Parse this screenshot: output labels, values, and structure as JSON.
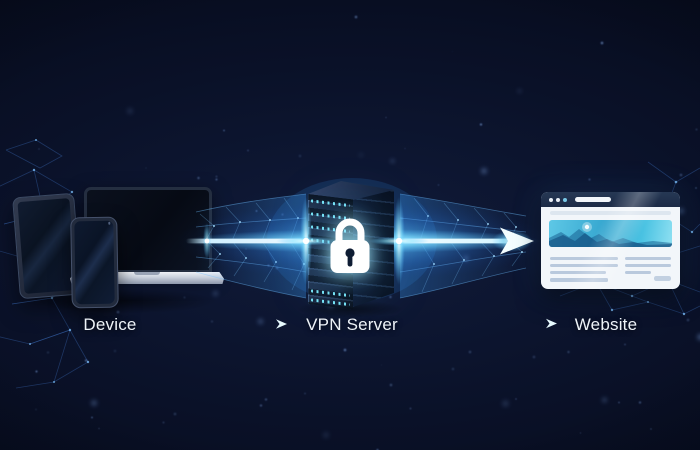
{
  "diagram": {
    "type": "vpn-connection-flow",
    "nodes": [
      {
        "id": "device",
        "label": "Device",
        "icons": [
          "tablet-icon",
          "smartphone-icon",
          "laptop-icon"
        ]
      },
      {
        "id": "vpn-server",
        "label": "VPN Server",
        "icons": [
          "server-rack-icon",
          "padlock-icon"
        ]
      },
      {
        "id": "website",
        "label": "Website",
        "icons": [
          "browser-window-icon",
          "mountain-photo-icon"
        ]
      }
    ],
    "connections": [
      {
        "from": "device",
        "to": "vpn-server",
        "style": "encrypted-light-beam"
      },
      {
        "from": "vpn-server",
        "to": "website",
        "style": "encrypted-light-beam"
      }
    ],
    "colors": {
      "background": "#0a1128",
      "beam_core": "#ffffff",
      "beam_glow": "#45c8ff",
      "mesh_blue": "#3f7fd4",
      "lock": "#ffffff",
      "browser_titlebar": "#20304e",
      "hero_image_blue": "#49b9de",
      "label_text": "#eef3f8"
    }
  }
}
